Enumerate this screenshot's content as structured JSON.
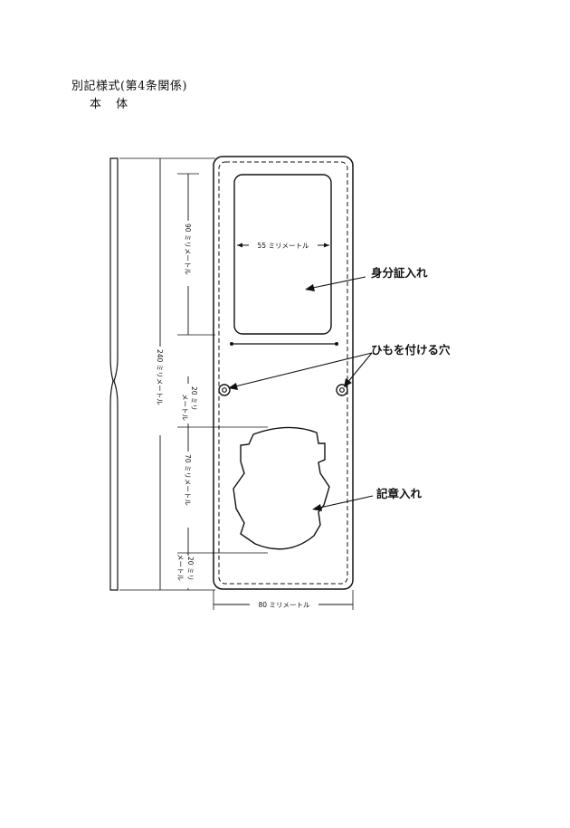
{
  "header": {
    "title": "別記様式(第4条関係)",
    "subtitle": "本 体"
  },
  "dimensions": {
    "total_height": "240 ミリメートル",
    "window_height": "90 ミリメートル",
    "window_width": "55 ミリメートル",
    "gap_top": "20 ミリ メートル",
    "badge_height": "70 ミリメートル",
    "gap_bottom": "20 ミリ メートル",
    "total_width": "80 ミリメートル"
  },
  "callouts": {
    "id_card": "身分証入れ",
    "strap_holes": "ひもを付ける穴",
    "badge": "記章入れ"
  }
}
